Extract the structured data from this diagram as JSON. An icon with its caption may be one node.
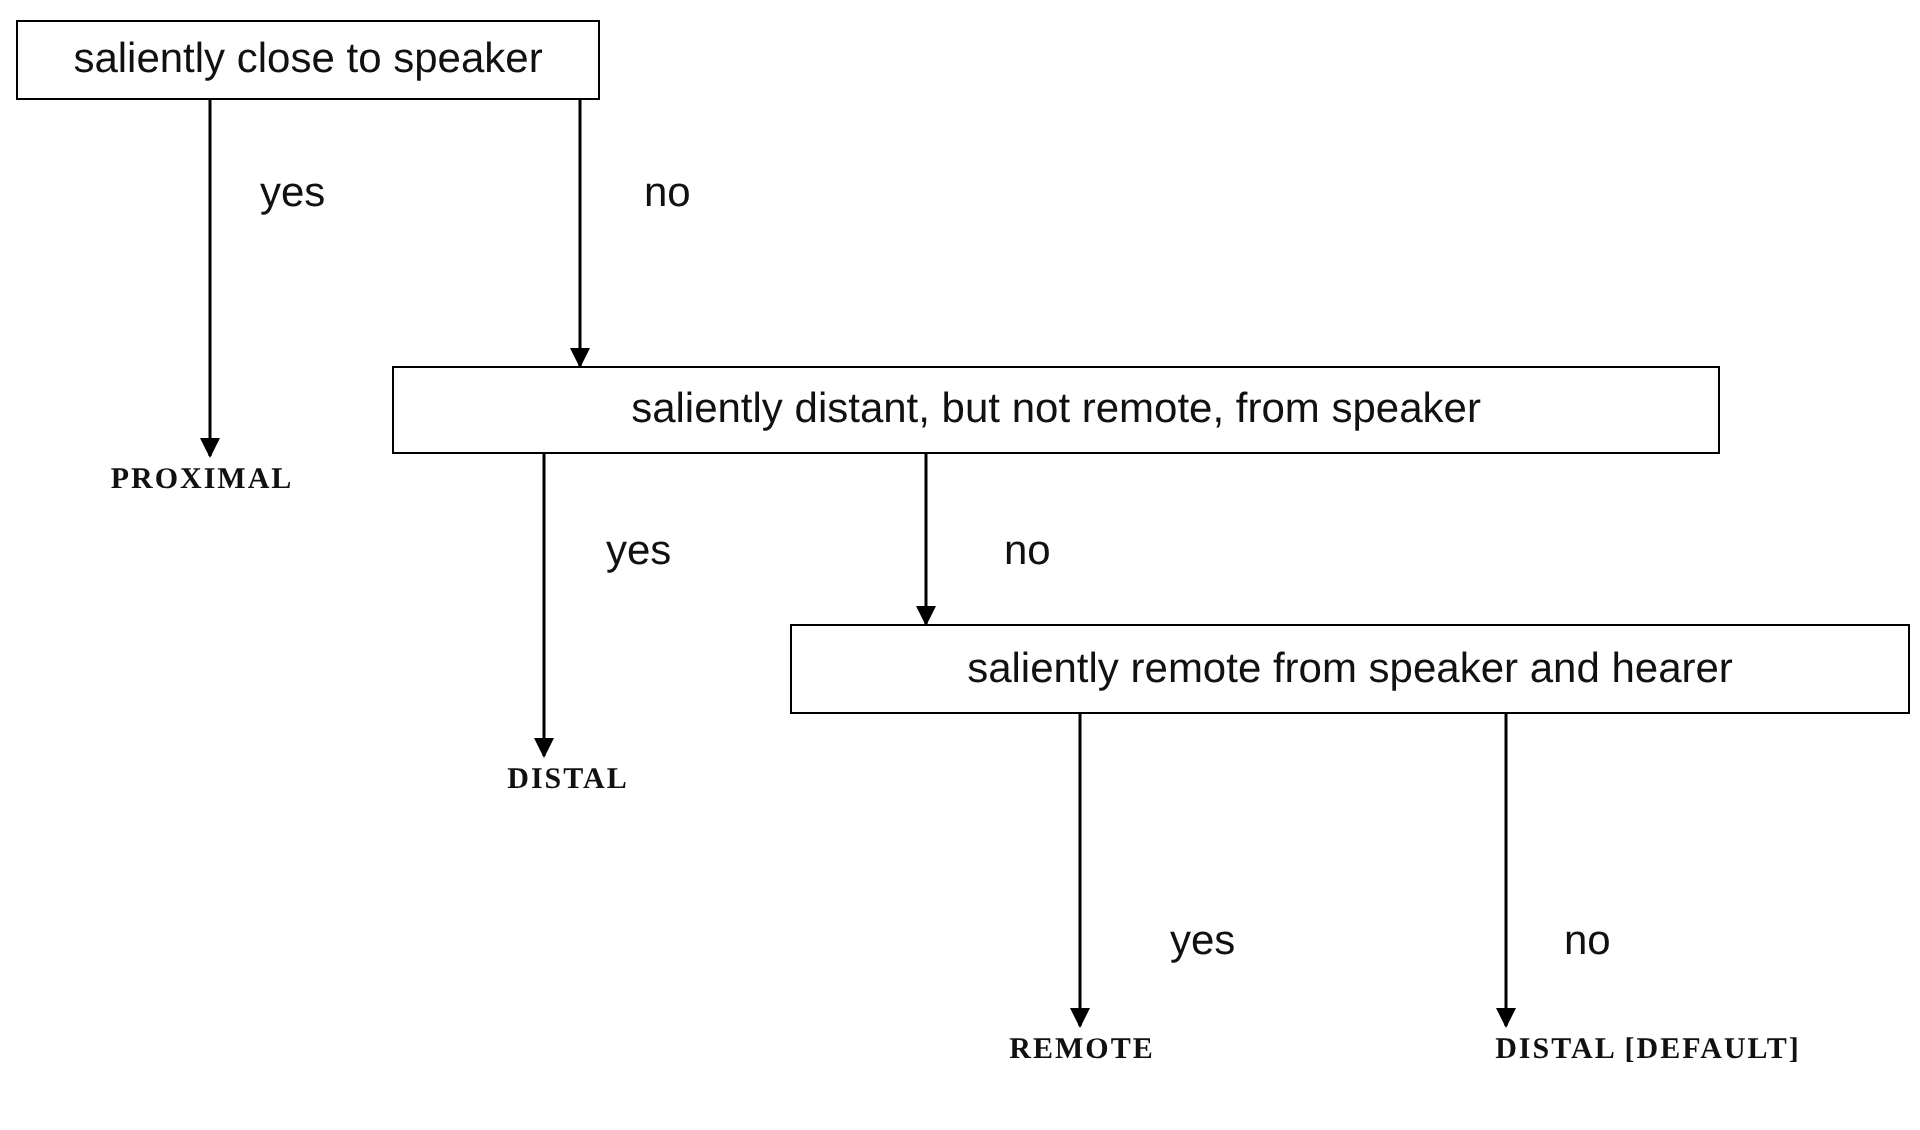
{
  "diagram": {
    "nodes": [
      {
        "text": [
          "saliently close to speaker"
        ]
      },
      {
        "text": [
          "PROXIMAL"
        ]
      },
      {
        "text": [
          "saliently distant, but not remote, from speaker"
        ]
      },
      {
        "text": [
          "DISTAL"
        ]
      },
      {
        "text": [
          "saliently remote from speaker and hearer"
        ]
      },
      {
        "text": [
          "REMOTE"
        ]
      },
      {
        "text": [
          "DISTAL [DEFAULT]"
        ]
      }
    ],
    "edges": [
      {
        "from": 0,
        "to": 1,
        "arrow": "to",
        "label": "yes"
      },
      {
        "from": 0,
        "to": 2,
        "arrow": "to",
        "label": "no"
      },
      {
        "from": 2,
        "to": 3,
        "arrow": "to",
        "label": "yes"
      },
      {
        "from": 2,
        "to": 4,
        "arrow": "to",
        "label": "no"
      },
      {
        "from": 4,
        "to": 5,
        "arrow": "to",
        "label": "yes"
      },
      {
        "from": 4,
        "to": 6,
        "arrow": "to",
        "label": "no"
      }
    ]
  }
}
